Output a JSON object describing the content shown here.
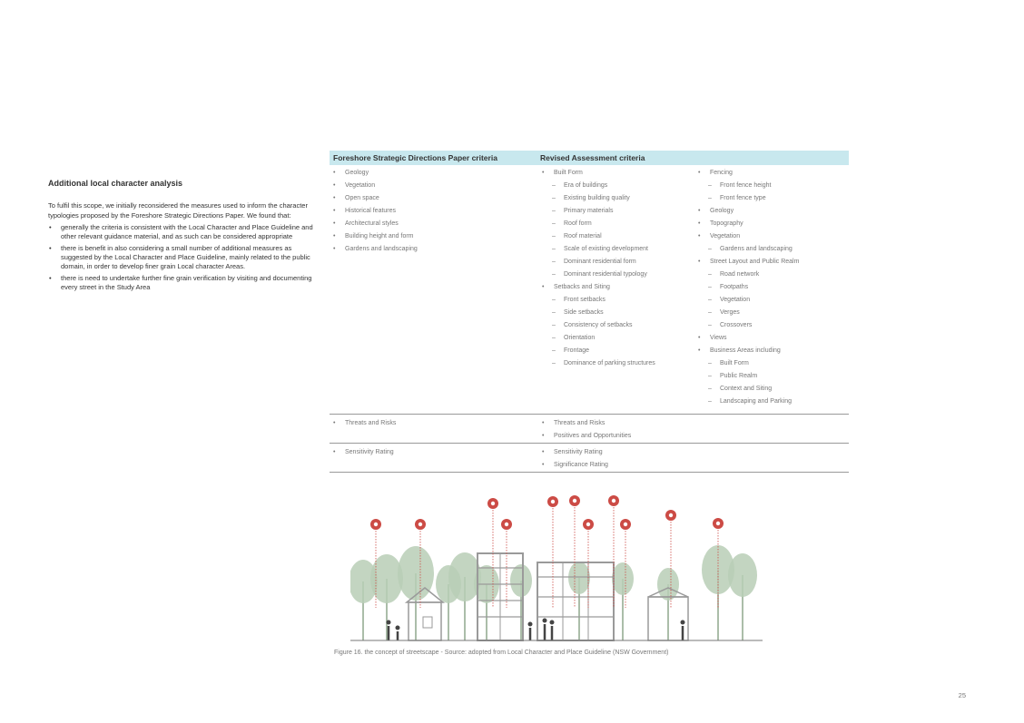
{
  "left": {
    "heading": "Additional local character analysis",
    "intro": "To fulfil this scope, we initially reconsidered the measures used to inform the character typologies proposed by the Foreshore Strategic Directions Paper. We found that:",
    "points": [
      "generally the criteria is consistent with the Local Character and Place Guideline and other relevant guidance material, and as such can be considered appropriate",
      "there is benefit in also considering a small number of additional measures as suggested by the Local Character and Place Guideline, mainly related to the public domain, in order to develop finer grain Local character Areas.",
      "there is need to undertake further fine grain verification by visiting and documenting every street in the Study Area"
    ]
  },
  "table": {
    "header_1": "Foreshore Strategic Directions Paper criteria",
    "header_2": "Revised Assessment criteria",
    "rows": [
      {
        "col1": [
          {
            "t": "Geology",
            "l": 1
          },
          {
            "t": "Vegetation",
            "l": 1
          },
          {
            "t": "Open space",
            "l": 1
          },
          {
            "t": "Historical features",
            "l": 1
          },
          {
            "t": "Architectural styles",
            "l": 1
          },
          {
            "t": "Building height and form",
            "l": 1
          },
          {
            "t": "Gardens and landscaping",
            "l": 1
          }
        ],
        "col2": [
          {
            "t": "Built Form",
            "l": 1
          },
          {
            "t": "Era of buildings",
            "l": 2
          },
          {
            "t": "Existing building quality",
            "l": 2
          },
          {
            "t": "Primary materials",
            "l": 2
          },
          {
            "t": "Roof form",
            "l": 2
          },
          {
            "t": "Roof material",
            "l": 2
          },
          {
            "t": "Scale of existing development",
            "l": 2
          },
          {
            "t": "Dominant residential form",
            "l": 2
          },
          {
            "t": "Dominant residential typology",
            "l": 2
          },
          {
            "t": "Setbacks and Siting",
            "l": 1
          },
          {
            "t": "Front setbacks",
            "l": 2
          },
          {
            "t": "Side setbacks",
            "l": 2
          },
          {
            "t": "Consistency of setbacks",
            "l": 2
          },
          {
            "t": "Orientation",
            "l": 2
          },
          {
            "t": "Frontage",
            "l": 2
          },
          {
            "t": "Dominance of parking structures",
            "l": 2
          }
        ],
        "col3": [
          {
            "t": "Fencing",
            "l": 1
          },
          {
            "t": "Front fence height",
            "l": 2
          },
          {
            "t": "Front fence type",
            "l": 2
          },
          {
            "t": "Geology",
            "l": 1
          },
          {
            "t": "Topography",
            "l": 1
          },
          {
            "t": "Vegetation",
            "l": 1
          },
          {
            "t": "Gardens and landscaping",
            "l": 2
          },
          {
            "t": "Street Layout and Public Realm",
            "l": 1
          },
          {
            "t": "Road network",
            "l": 2
          },
          {
            "t": "Footpaths",
            "l": 2
          },
          {
            "t": "Vegetation",
            "l": 2
          },
          {
            "t": "Verges",
            "l": 2
          },
          {
            "t": "Crossovers",
            "l": 2
          },
          {
            "t": "Views",
            "l": 1
          },
          {
            "t": "Business Areas including",
            "l": 1
          },
          {
            "t": "Built Form",
            "l": 2
          },
          {
            "t": "Public Realm",
            "l": 2
          },
          {
            "t": "Context and Siting",
            "l": 2
          },
          {
            "t": "Landscaping and Parking",
            "l": 2
          }
        ]
      },
      {
        "col1": [
          {
            "t": "Threats and Risks",
            "l": 1
          }
        ],
        "col2": [
          {
            "t": "Threats and Risks",
            "l": 1
          },
          {
            "t": "Positives and Opportunities",
            "l": 1
          }
        ],
        "col3": []
      },
      {
        "col1": [
          {
            "t": "Sensitivity Rating",
            "l": 1
          }
        ],
        "col2": [
          {
            "t": "Sensitivity Rating",
            "l": 1
          },
          {
            "t": "Significance Rating",
            "l": 1
          }
        ],
        "col3": []
      }
    ]
  },
  "figure": {
    "caption": "Figure 16. the concept of streetscape - Source: adopted from Local Character and Place Guideline (NSW Government)",
    "accent_color": "#cc4b45",
    "tree_color": "#b9ceb6",
    "building_color": "#9a9a9a",
    "pins": [
      "bike-icon",
      "home-icon",
      "bus-icon",
      "car-icon",
      "food-icon",
      "bus-icon",
      "shop-icon",
      "dining-icon",
      "bus-icon",
      "health-icon",
      "home-icon"
    ]
  },
  "page_number": "25"
}
